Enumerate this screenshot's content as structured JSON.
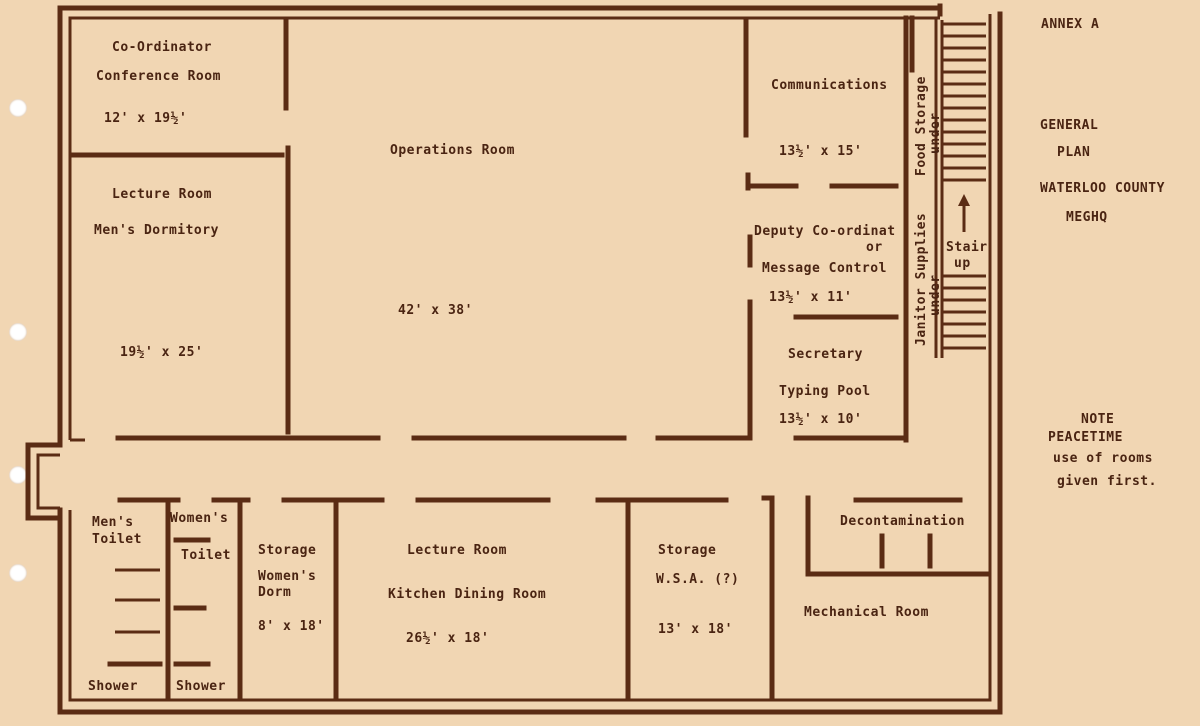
{
  "annex": "ANNEX  A",
  "title_lines": [
    "GENERAL",
    "PLAN",
    "WATERLOO COUNTY",
    "MEGHQ"
  ],
  "note": [
    "NOTE",
    "PEACETIME",
    "use  of  rooms",
    "given  first."
  ],
  "rooms": {
    "coordinator": [
      "Co-Ordinator",
      "Conference  Room",
      "12'  x  19½'"
    ],
    "lecture_top": [
      "Lecture  Room",
      "Men's  Dormitory",
      "19½'   x   25'"
    ],
    "operations": [
      "Operations  Room",
      "42'  x  38'"
    ],
    "communications": [
      "Communications",
      "13½'  x  15'"
    ],
    "deputy": [
      "Deputy  Co-ordinat",
      "or",
      "Message  Control",
      "13½'   x  11'"
    ],
    "secretary": [
      "Secretary",
      "Typing  Pool",
      "13½'  x  10'"
    ],
    "mens_toilet": [
      "Men's",
      "Toilet"
    ],
    "womens_toilet": [
      "Women's",
      "Toilet"
    ],
    "shower_left": "Shower",
    "shower_right": "Shower",
    "storage_left": [
      "Storage",
      "Women's",
      "Dorm",
      "8'  x  18'"
    ],
    "lecture_bottom": [
      "Lecture  Room",
      "Kitchen  Dining  Room",
      "26½'   x   18'"
    ],
    "storage_right": [
      "Storage",
      "W.S.A.  (?)",
      "13'   x  18'"
    ],
    "decon": "Decontamination",
    "mechanical": "Mechanical   Room"
  },
  "vertical_labels": {
    "food_storage": [
      "Food  Storage",
      "under"
    ],
    "janitor": [
      "Janitor  Supplies",
      "under"
    ]
  },
  "stair": [
    "Stair",
    "up"
  ],
  "colors": {
    "paper": "#f1d6b3",
    "ink": "#5b2c14"
  }
}
